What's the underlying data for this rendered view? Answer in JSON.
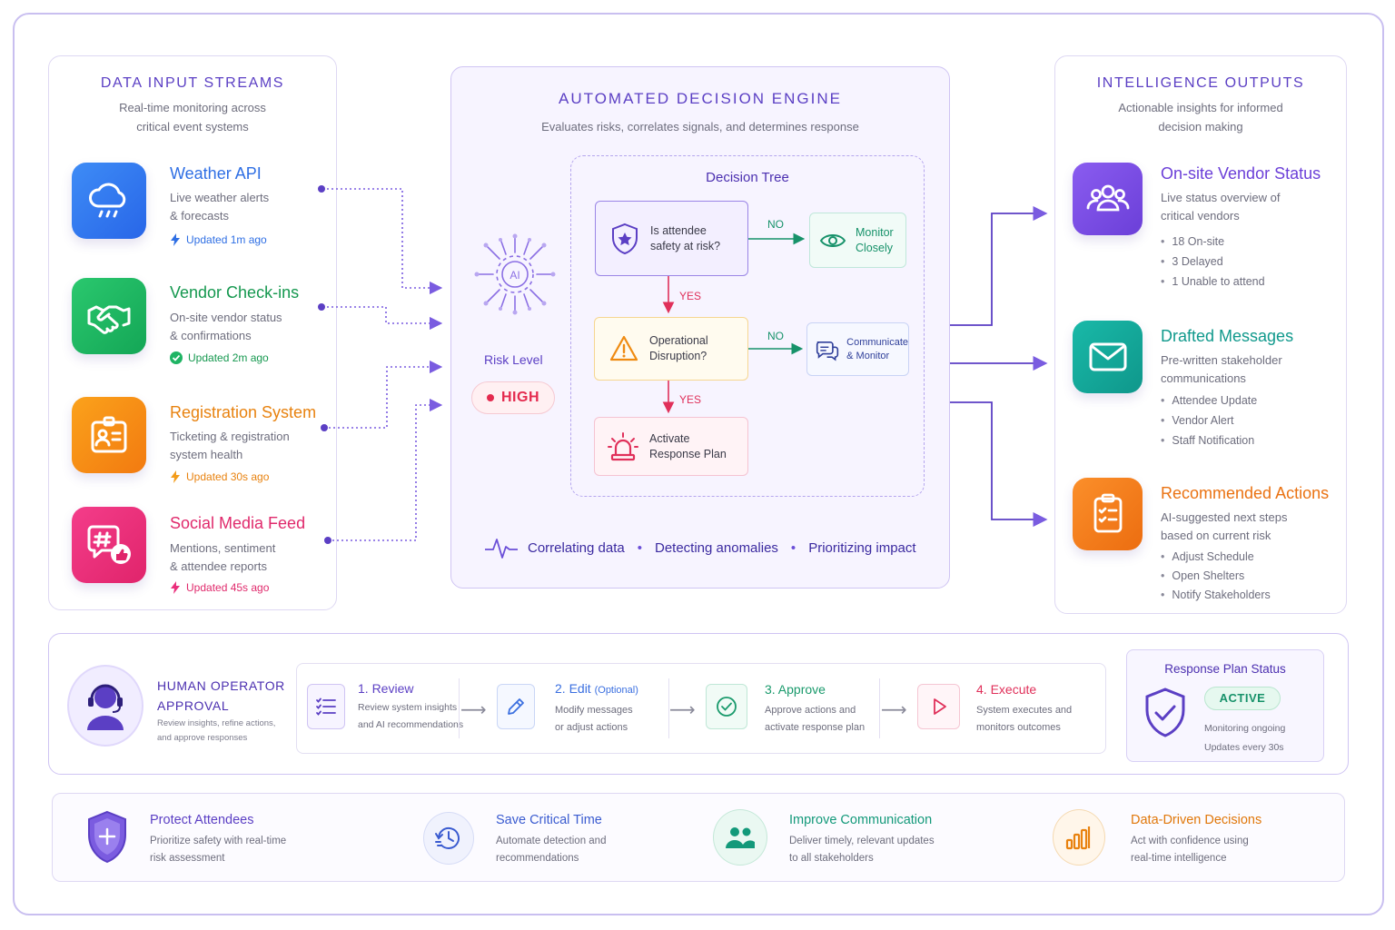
{
  "left_panel": {
    "title": "DATA INPUT STREAMS",
    "subtitle_1": "Real-time monitoring across",
    "subtitle_2": "critical event systems",
    "streams": [
      {
        "title": "Weather API",
        "desc_1": "Live weather alerts",
        "desc_2": "& forecasts",
        "updated": "Updated 1m ago",
        "icon": "cloud-rain-icon",
        "color": "#2f7df0"
      },
      {
        "title": "Vendor Check-ins",
        "desc_1": "On-site vendor status",
        "desc_2": "& confirmations",
        "updated": "Updated 2m ago",
        "icon": "handshake-icon",
        "color": "#1fb464"
      },
      {
        "title": "Registration System",
        "desc_1": "Ticketing & registration",
        "desc_2": "system health",
        "updated": "Updated 30s ago",
        "icon": "id-badge-icon",
        "color": "#f58a12"
      },
      {
        "title": "Social Media Feed",
        "desc_1": "Mentions, sentiment",
        "desc_2": "& attendee reports",
        "updated": "Updated 45s ago",
        "icon": "social-hashtag-icon",
        "color": "#ea2f7c"
      }
    ]
  },
  "engine": {
    "title": "AUTOMATED DECISION ENGINE",
    "subtitle": "Evaluates risks, correlates signals, and determines response",
    "risk_label": "Risk Level",
    "risk_value": "HIGH",
    "tree_title": "Decision Tree",
    "nodes": {
      "q1_line1": "Is attendee",
      "q1_line2": "safety at risk?",
      "monitor_line1": "Monitor",
      "monitor_line2": "Closely",
      "q2_line1": "Operational",
      "q2_line2": "Disruption?",
      "comm_line1": "Communicate",
      "comm_line2": "& Monitor",
      "act_line1": "Activate",
      "act_line2": "Response Plan"
    },
    "labels": {
      "no": "NO",
      "yes": "YES"
    },
    "footer": [
      "Correlating data",
      "Detecting anomalies",
      "Prioritizing impact"
    ]
  },
  "right_panel": {
    "title": "INTELLIGENCE OUTPUTS",
    "subtitle_1": "Actionable insights for informed",
    "subtitle_2": "decision making",
    "outputs": [
      {
        "title": "On-site Vendor Status",
        "desc_1": "Live status overview of",
        "desc_2": "critical vendors",
        "bullets": [
          "18 On-site",
          "3 Delayed",
          "1 Unable to attend"
        ],
        "color": "#6b3fd8"
      },
      {
        "title": "Drafted Messages",
        "desc_1": "Pre-written stakeholder",
        "desc_2": "communications",
        "bullets": [
          "Attendee Update",
          "Vendor Alert",
          "Staff Notification"
        ],
        "color": "#12a79a"
      },
      {
        "title": "Recommended Actions",
        "desc_1": "AI-suggested next steps",
        "desc_2": "based on current risk",
        "bullets": [
          "Adjust Schedule",
          "Open Shelters",
          "Notify Stakeholders"
        ],
        "color": "#ee7412"
      }
    ]
  },
  "approval": {
    "title_1": "HUMAN OPERATOR",
    "title_2": "APPROVAL",
    "desc_1": "Review insights, refine actions,",
    "desc_2": "and approve responses",
    "steps": [
      {
        "title": "1. Review",
        "optional": "",
        "desc_1": "Review system insights",
        "desc_2": "and AI recommendations",
        "color": "#5b3fc4"
      },
      {
        "title": "2. Edit",
        "optional": "(Optional)",
        "desc_1": "Modify messages",
        "desc_2": "or adjust actions",
        "color": "#3a6fe0"
      },
      {
        "title": "3. Approve",
        "optional": "",
        "desc_1": "Approve actions and",
        "desc_2": "activate response plan",
        "color": "#1a9a6c"
      },
      {
        "title": "4. Execute",
        "optional": "",
        "desc_1": "System executes and",
        "desc_2": "monitors outcomes",
        "color": "#e0305a"
      }
    ],
    "status": {
      "title": "Response Plan Status",
      "badge": "ACTIVE",
      "desc_1": "Monitoring ongoing",
      "desc_2": "Updates every 30s"
    }
  },
  "benefits": [
    {
      "title": "Protect Attendees",
      "desc_1": "Prioritize safety with real-time",
      "desc_2": "risk assessment",
      "color": "#5b3fc4"
    },
    {
      "title": "Save Critical Time",
      "desc_1": "Automate detection and",
      "desc_2": "recommendations",
      "color": "#3a5bd0"
    },
    {
      "title": "Improve Communication",
      "desc_1": "Deliver timely, relevant updates",
      "desc_2": "to all stakeholders",
      "color": "#13997a"
    },
    {
      "title": "Data-Driven Decisions",
      "desc_1": "Act with confidence using",
      "desc_2": "real-time intelligence",
      "color": "#e8820f"
    }
  ]
}
